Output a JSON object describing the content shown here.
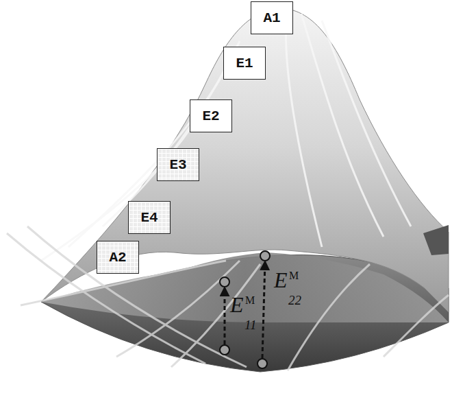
{
  "diagram": {
    "nodes": [
      {
        "text": [
          "A1"
        ]
      },
      {
        "text": [
          "E1"
        ]
      },
      {
        "text": [
          "E2"
        ]
      },
      {
        "text": [
          "E3"
        ]
      },
      {
        "text": [
          "E4"
        ]
      },
      {
        "text": [
          "A2"
        ]
      }
    ],
    "labels": [
      "E",
      "11",
      "M",
      "E",
      "22",
      "M"
    ]
  }
}
